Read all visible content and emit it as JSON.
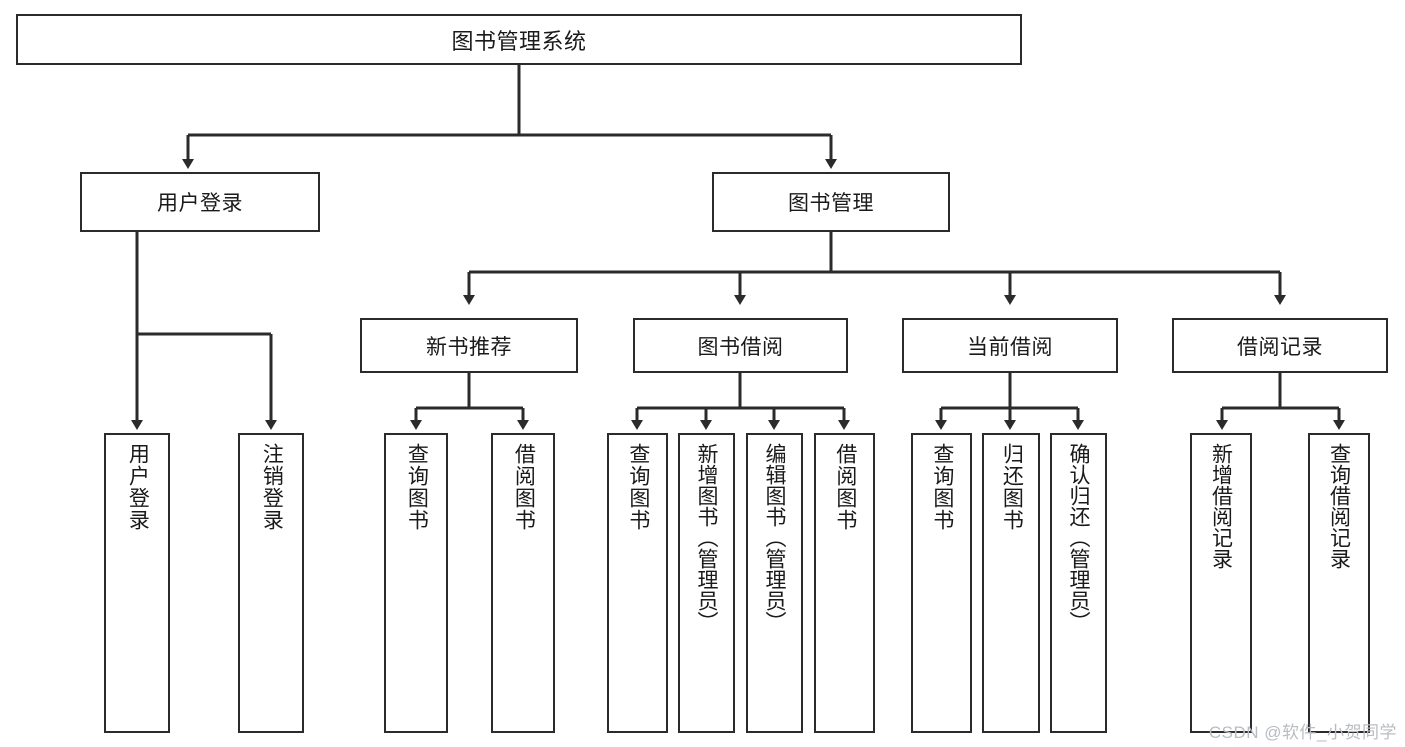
{
  "diagram": {
    "title": "图书管理系统",
    "type": "tree-hierarchy",
    "levels": 4
  },
  "root": {
    "label": "图书管理系统"
  },
  "level2": [
    {
      "label": "用户登录"
    },
    {
      "label": "图书管理"
    }
  ],
  "level3": [
    {
      "label": "新书推荐"
    },
    {
      "label": "图书借阅"
    },
    {
      "label": "当前借阅"
    },
    {
      "label": "借阅记录"
    }
  ],
  "leaves": {
    "user_login": [
      {
        "label": "用户登录"
      },
      {
        "label": "注销登录"
      }
    ],
    "new_book_recommend": [
      {
        "label": "查询图书"
      },
      {
        "label": "借阅图书"
      }
    ],
    "book_borrow": [
      {
        "label": "查询图书"
      },
      {
        "label": "新增图书（管理员）"
      },
      {
        "label": "编辑图书（管理员）"
      },
      {
        "label": "借阅图书"
      }
    ],
    "current_borrow": [
      {
        "label": "查询图书"
      },
      {
        "label": "归还图书"
      },
      {
        "label": "确认归还（管理员）"
      }
    ],
    "borrow_record": [
      {
        "label": "新增借阅记录"
      },
      {
        "label": "查询借阅记录"
      }
    ]
  },
  "watermark": {
    "text": "CSDN @软件_小贺同学"
  },
  "colors": {
    "stroke": "#2b2b2b",
    "fill": "#ffffff",
    "text": "#1a1a1a",
    "watermark": "#b9bcc2"
  }
}
